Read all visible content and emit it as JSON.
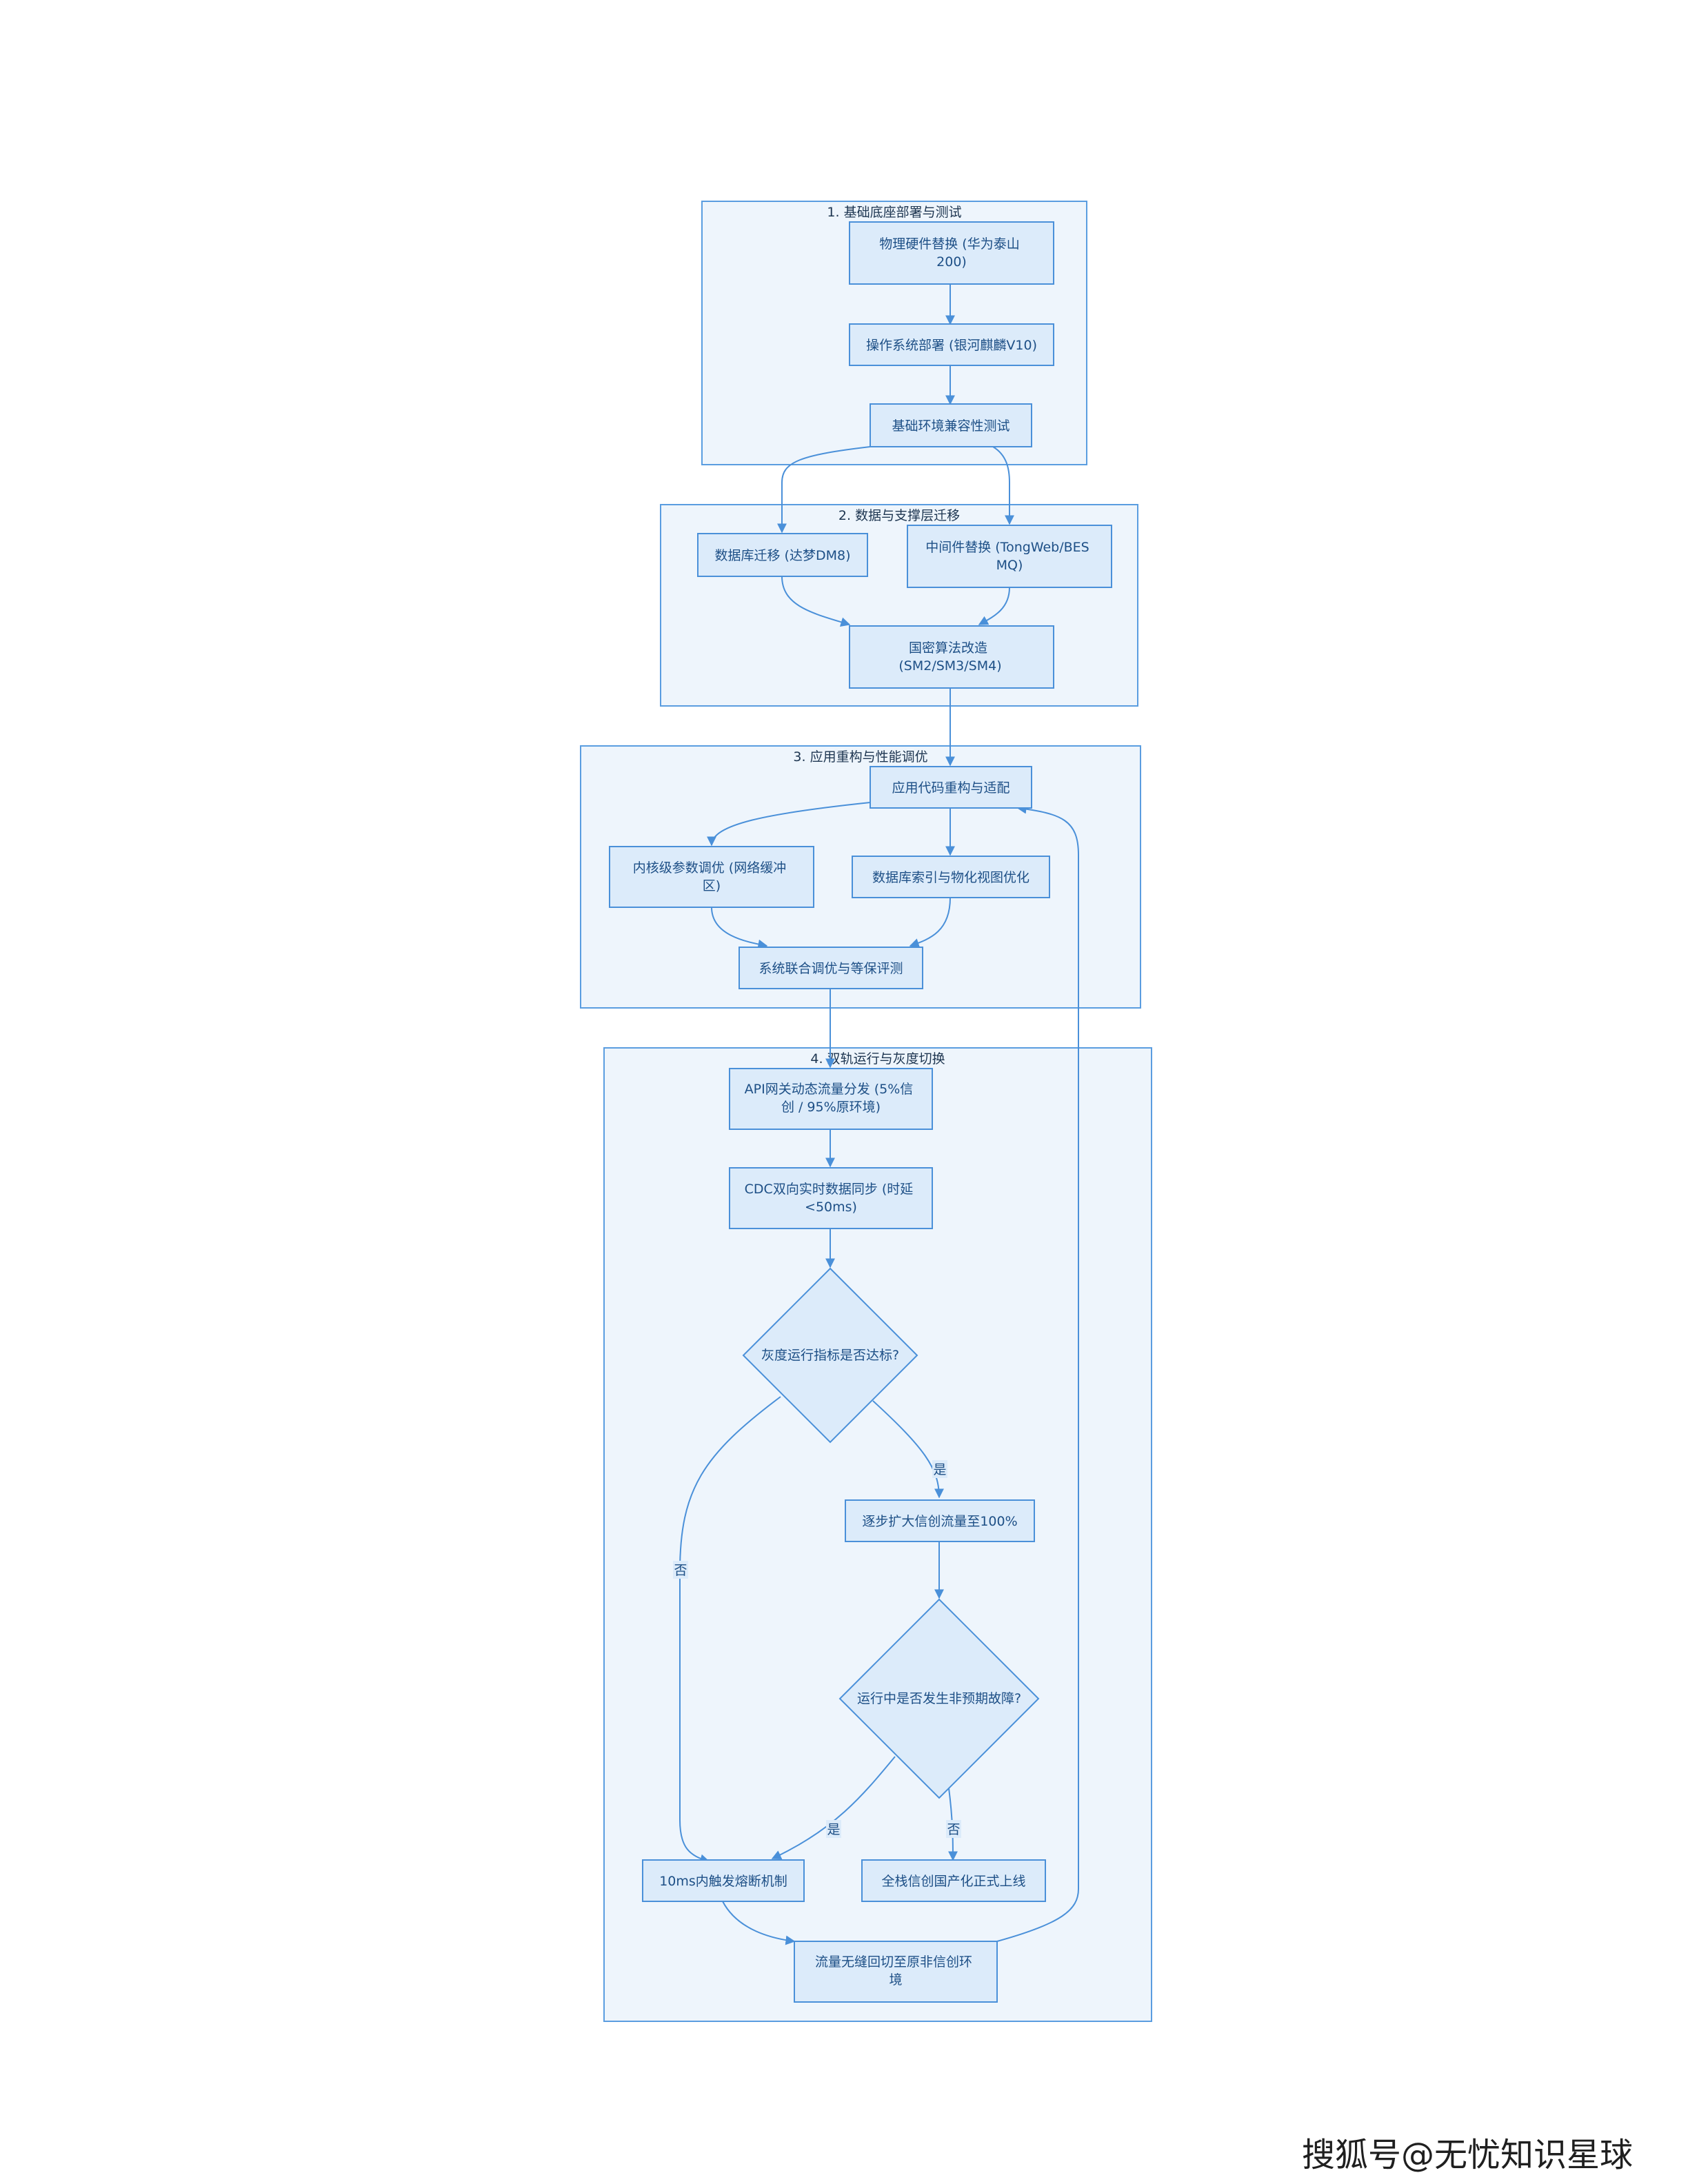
{
  "clusters": [
    {
      "id": "c1",
      "title": "1. 基础底座部署与测试"
    },
    {
      "id": "c2",
      "title": "2. 数据与支撑层迁移"
    },
    {
      "id": "c3",
      "title": "3. 应用重构与性能调优"
    },
    {
      "id": "c4",
      "title": "4. 双轨运行与灰度切换"
    }
  ],
  "nodes": {
    "n_hw": [
      "物理硬件替换 (华为泰山",
      "200)"
    ],
    "n_os": [
      "操作系统部署 (银河麒麟V10)"
    ],
    "n_env": [
      "基础环境兼容性测试"
    ],
    "n_db": [
      "数据库迁移 (达梦DM8)"
    ],
    "n_mw": [
      "中间件替换 (TongWeb/BES",
      "MQ)"
    ],
    "n_sm": [
      "国密算法改造",
      "(SM2/SM3/SM4)"
    ],
    "n_app": [
      "应用代码重构与适配"
    ],
    "n_kernel": [
      "内核级参数调优 (网络缓冲",
      "区)"
    ],
    "n_idx": [
      "数据库索引与物化视图优化"
    ],
    "n_sys": [
      "系统联合调优与等保评测"
    ],
    "n_api": [
      "API网关动态流量分发 (5%信",
      "创 / 95%原环境)"
    ],
    "n_cdc": [
      "CDC双向实时数据同步 (时延",
      "<50ms)"
    ],
    "d_gray": [
      "灰度运行指标是否达标?"
    ],
    "n_expand": [
      "逐步扩大信创流量至100%"
    ],
    "d_fault": [
      "运行中是否发生非预期故障?"
    ],
    "n_fuse": [
      "10ms内触发熔断机制"
    ],
    "n_full": [
      "全栈信创国产化正式上线"
    ],
    "n_back": [
      "流量无缝回切至原非信创环",
      "境"
    ]
  },
  "edge_labels": {
    "gray_yes": "是",
    "gray_no": "否",
    "fault_yes": "是",
    "fault_no": "否"
  },
  "watermark": "搜狐号@无忧知识星球",
  "colors": {
    "cluster_fill": "#eef5fc",
    "cluster_stroke": "#5a9de0",
    "node_fill": "#dcebfa",
    "node_stroke": "#4a90d9",
    "text": "#1d4f86"
  }
}
